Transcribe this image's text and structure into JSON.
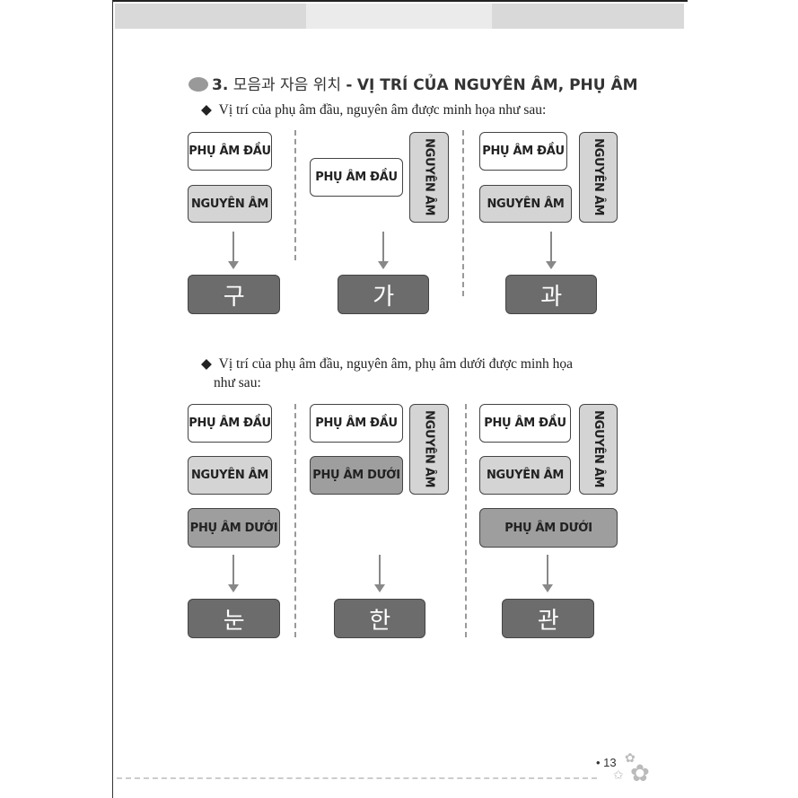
{
  "section": {
    "number": "3.",
    "korean": "모음과 자음 위치",
    "separator": "-",
    "title": "VỊ TRÍ CỦA NGUYÊN ÂM, PHỤ ÂM"
  },
  "bullet1": "Vị trí của phụ âm đầu, nguyên âm được minh họa như sau:",
  "bullet2_line1": "Vị trí của phụ âm đầu, nguyên âm, phụ âm dưới được minh họa",
  "bullet2_line2": "như sau:",
  "labels": {
    "initial": "PHỤ ÂM ĐẦU",
    "vowel": "NGUYÊN ÂM",
    "final": "PHỤ ÂM DƯỚI"
  },
  "results1": [
    "구",
    "가",
    "과"
  ],
  "results2": [
    "눈",
    "한",
    "관"
  ],
  "page_number": "13"
}
